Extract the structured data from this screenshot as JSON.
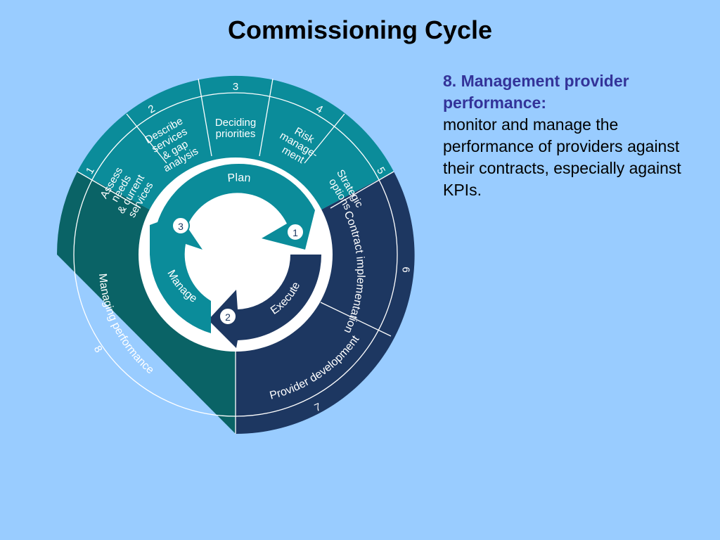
{
  "title": "Commissioning Cycle",
  "description": {
    "heading": "8. Management provider performance:",
    "body": "monitor and manage the performance of providers against their contracts, especially against KPIs."
  },
  "diagram": {
    "colors": {
      "plan_teal": "#0b8c9a",
      "execute_navy": "#1d3761",
      "manage_dark_teal": "#0a6366",
      "ring_white": "#ffffff",
      "background": "#99ccff"
    },
    "plan_segments": [
      {
        "number": "1",
        "lines": [
          "Assess",
          "needs",
          "& current",
          "services"
        ]
      },
      {
        "number": "2",
        "lines": [
          "Describe",
          "services",
          "& gap",
          "analysis"
        ]
      },
      {
        "number": "3",
        "lines": [
          "Deciding",
          "priorities"
        ]
      },
      {
        "number": "4",
        "lines": [
          "Risk",
          "manage-",
          "ment"
        ]
      },
      {
        "number": "5",
        "lines": [
          "Strategic",
          "options"
        ]
      }
    ],
    "execute_segments": [
      {
        "number": "6",
        "label": "Contract implementation"
      },
      {
        "number": "7",
        "label": "Provider development"
      }
    ],
    "manage_segments": [
      {
        "number": "8",
        "label": "Managing performance"
      }
    ],
    "inner_cycle": {
      "plan": "Plan",
      "execute": "Execute",
      "manage": "Manage",
      "step_1": "1",
      "step_2": "2",
      "step_3": "3"
    }
  }
}
